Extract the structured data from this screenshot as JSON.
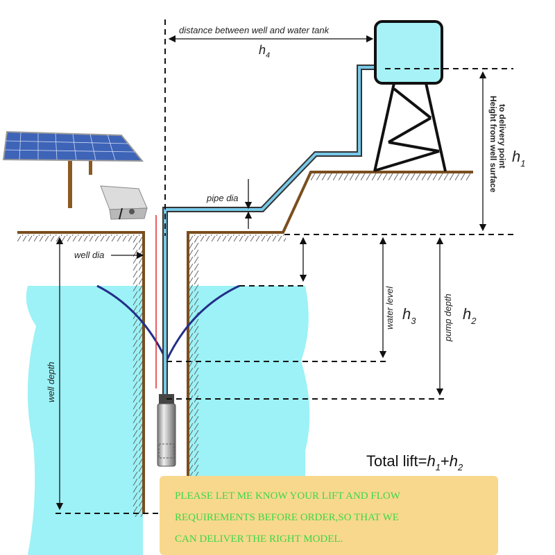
{
  "labels": {
    "h4_caption": "distance between well and water tank",
    "h4": "h",
    "h4_sub": "4",
    "h1_caption_line1": "Height from well surface",
    "h1_caption_line2": "to delivery point",
    "h1": "h",
    "h1_sub": "1",
    "pipe_dia": "pipe dia",
    "well_dia": "well dia",
    "water_level": "water level",
    "h3": "h",
    "h3_sub": "3",
    "pump_depth": "pump depth",
    "h2": "h",
    "h2_sub": "2",
    "well_depth": "well depth",
    "total_lift_prefix": "Total lift=",
    "total_lift_h1": "h",
    "total_lift_h1_sub": "1",
    "total_lift_plus": "+",
    "total_lift_h2": "h",
    "total_lift_h2_sub": "2"
  },
  "notice": {
    "line1": "PLEASE LET ME KNOW YOUR LIFT AND FLOW",
    "line2": "REQUIREMENTS BEFORE ORDER,SO THAT WE",
    "line3": "CAN DELIVER THE RIGHT MODEL."
  },
  "colors": {
    "water": "#9cf2f6",
    "tank": "#a6f2f6",
    "ground": "#7a4e1e",
    "pipe_inner": "#78c9e8",
    "drawdown": "#232f88",
    "solar_panel": "#3e64b8",
    "notice_bg": "#f8d88c",
    "notice_text": "#3bd64a"
  }
}
